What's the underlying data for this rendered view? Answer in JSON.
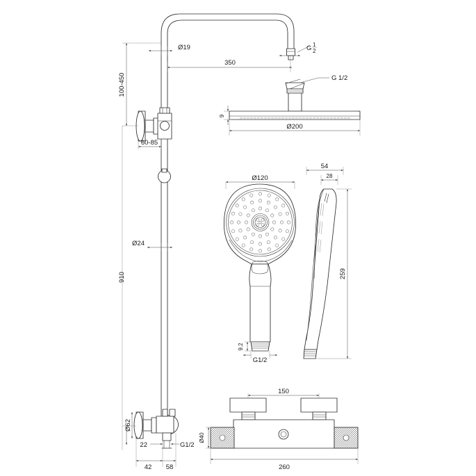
{
  "document": {
    "type": "technical-dimension-drawing",
    "subject": "Thermostatic shower column set",
    "background_color": "#ffffff",
    "line_color": "#2b2b2b",
    "dimension_line_color": "#4a4a4a",
    "units": "mm"
  },
  "views": {
    "riser_column": {
      "name": "Shower column elevation",
      "dimensions": {
        "height_range": "100-450",
        "riser_top_diameter": "Ø19",
        "arm_reach": "350",
        "top_connection": "G½",
        "wall_bracket_projection": "60-85",
        "riser_diameter": "Ø24",
        "overall_height": "910",
        "valve_escutcheon": "Ø62",
        "inlet_thread": "G1/2",
        "offset_a": "22",
        "offset_b": "42",
        "offset_c": "58"
      }
    },
    "rain_head": {
      "name": "Overhead rain shower",
      "dimensions": {
        "connection": "G 1/2",
        "plate_thickness": "9",
        "plate_diameter": "Ø200"
      }
    },
    "hand_shower_front": {
      "name": "Hand shower front view",
      "dimensions": {
        "head_diameter": "Ø120",
        "outlet_length": "9.2",
        "outlet_thread": "G1/2"
      }
    },
    "hand_shower_side": {
      "name": "Hand shower side view",
      "dimensions": {
        "head_depth": "54",
        "handle_depth": "28",
        "overall_length": "259"
      }
    },
    "thermostatic_valve": {
      "name": "Thermostatic mixer valve",
      "dimensions": {
        "handle_centres": "150",
        "body_height": "Ø40",
        "overall_width": "260"
      }
    }
  },
  "labels": {
    "d19": "Ø19",
    "len350": "350",
    "g_half_frac_base": "G",
    "g_half_frac_num": "1",
    "g_half_frac_den": "2",
    "g_half_plain": "G 1/2",
    "h100_450": "100-450",
    "proj60_85": "60-85",
    "d24": "Ø24",
    "h910": "910",
    "d62": "Ø62",
    "g_half_inlet": "G1/2",
    "n22": "22",
    "n42": "42",
    "n58": "58",
    "t9": "9",
    "d200": "Ø200",
    "d120": "Ø120",
    "n9_2": "9.2",
    "g_half_outlet": "G1/2",
    "n54": "54",
    "n28": "28",
    "n259": "259",
    "n150": "150",
    "d40": "Ø40",
    "n260": "260"
  }
}
